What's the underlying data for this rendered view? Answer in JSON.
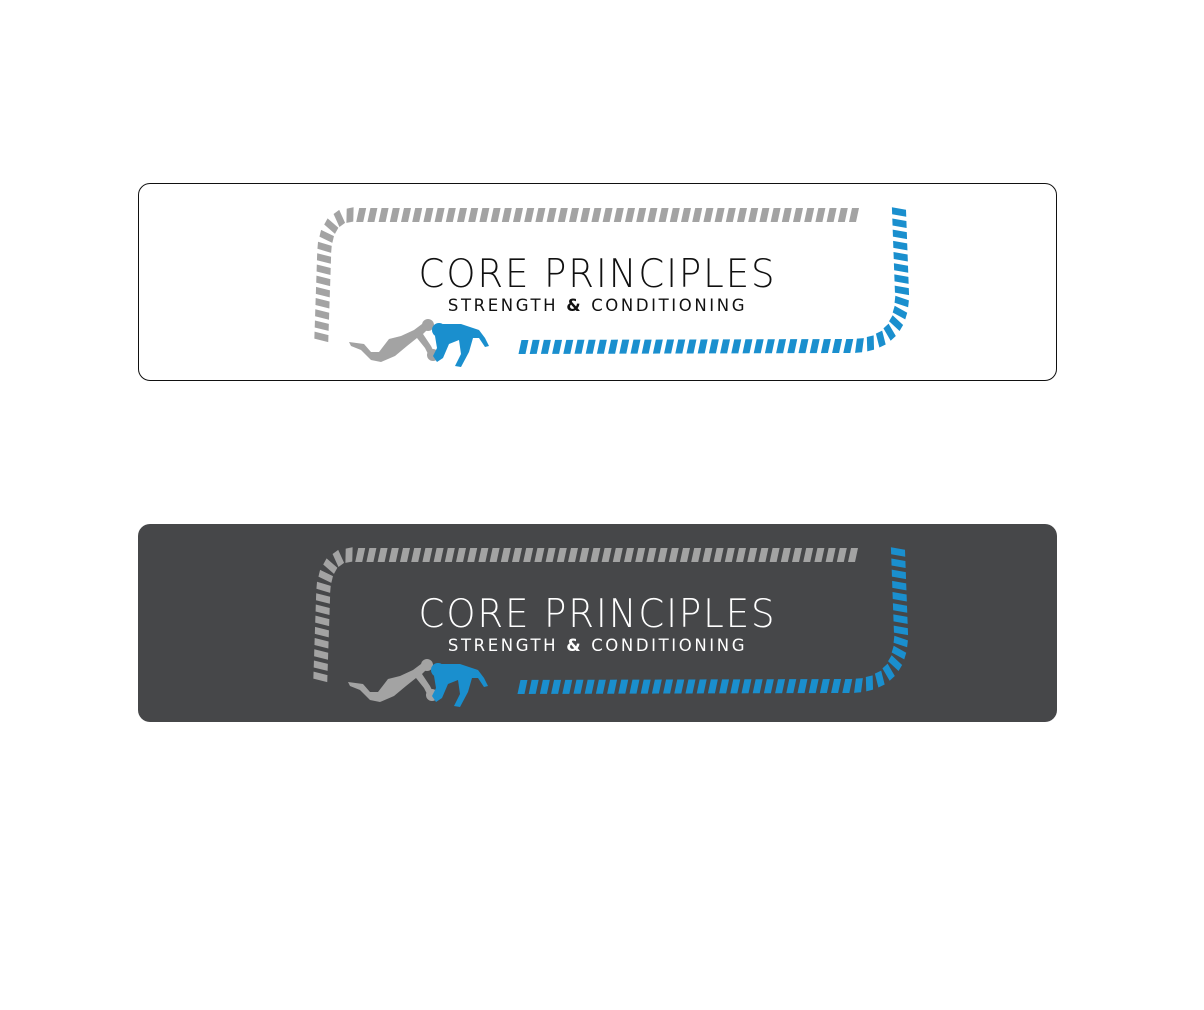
{
  "logo": {
    "title": "CORE PRINCIPLES",
    "subtitle_left": "STRENGTH",
    "subtitle_amp": "&",
    "subtitle_right": "CONDITIONING"
  },
  "variants": [
    {
      "name": "light",
      "background": "#ffffff",
      "text_color": "#111111"
    },
    {
      "name": "dark",
      "background": "#464749",
      "text_color": "#ffffff"
    }
  ],
  "colors": {
    "rope_gray": "#a3a3a3",
    "rope_blue": "#1a8fce",
    "figure_gray": "#a3a3a3",
    "figure_blue": "#1a8fce"
  }
}
